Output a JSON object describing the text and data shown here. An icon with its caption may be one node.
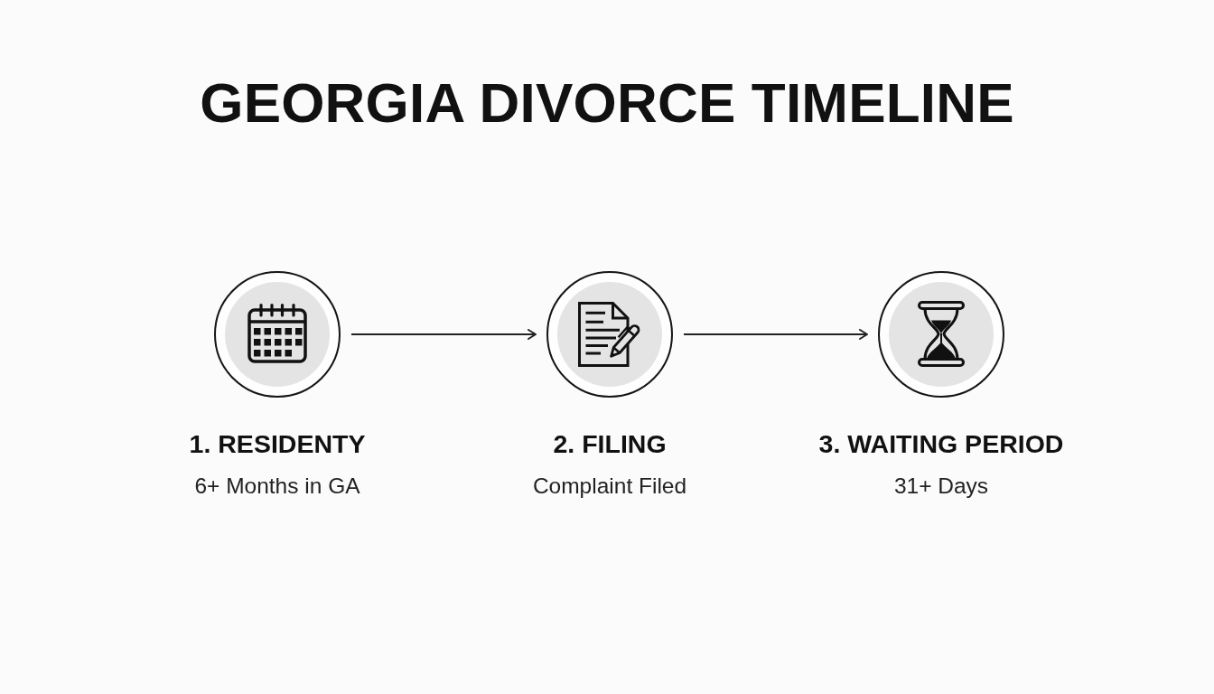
{
  "diagram": {
    "title": "GEORGIA DIVORCE TIMELINE",
    "nodes": [
      {
        "text": [
          "1. RESIDENTY",
          "6+ Months in GA"
        ]
      },
      {
        "text": [
          "2. FILING",
          "Complaint Filed"
        ]
      },
      {
        "text": [
          "3. WAITING PERIOD",
          "31+ Days"
        ]
      }
    ],
    "edges": [
      {
        "from": 0,
        "to": 1,
        "arrow": "to"
      },
      {
        "from": 1,
        "to": 2,
        "arrow": "to"
      }
    ]
  }
}
